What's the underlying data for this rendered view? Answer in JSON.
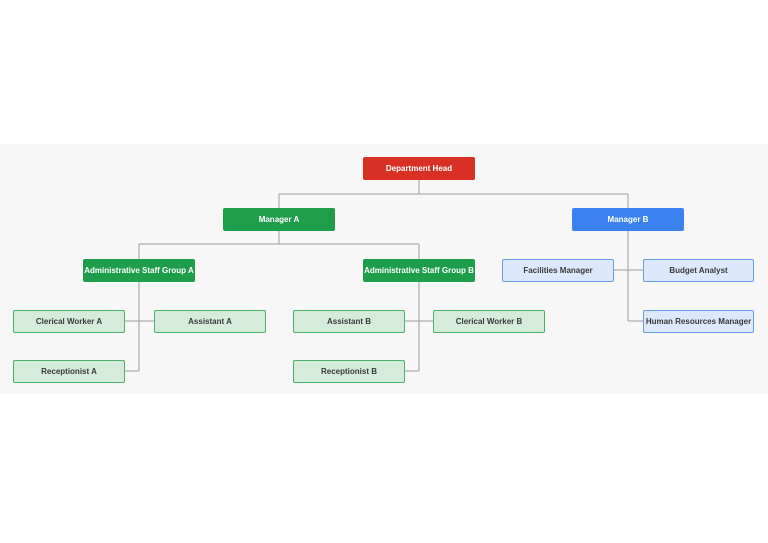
{
  "org_chart": {
    "head": "Department Head",
    "manager_a": {
      "label": "Manager A",
      "group_a": {
        "label": "Administrative Staff Group A",
        "clerical_worker": "Clerical Worker A",
        "assistant": "Assistant A",
        "receptionist": "Receptionist A"
      },
      "group_b": {
        "label": "Administrative Staff Group B",
        "assistant": "Assistant B",
        "clerical_worker": "Clerical Worker B",
        "receptionist": "Receptionist B"
      }
    },
    "manager_b": {
      "label": "Manager B",
      "facilities_manager": "Facilities Manager",
      "budget_analyst": "Budget Analyst",
      "hr_manager": "Human Resources Manager"
    }
  },
  "colors": {
    "head": "#d93025",
    "branch_a": "#1e9e4a",
    "branch_b": "#3b82f0",
    "staff_a_fill": "#d4ecd9",
    "staff_b_fill": "#dce8fb",
    "connector": "#9e9e9e"
  }
}
